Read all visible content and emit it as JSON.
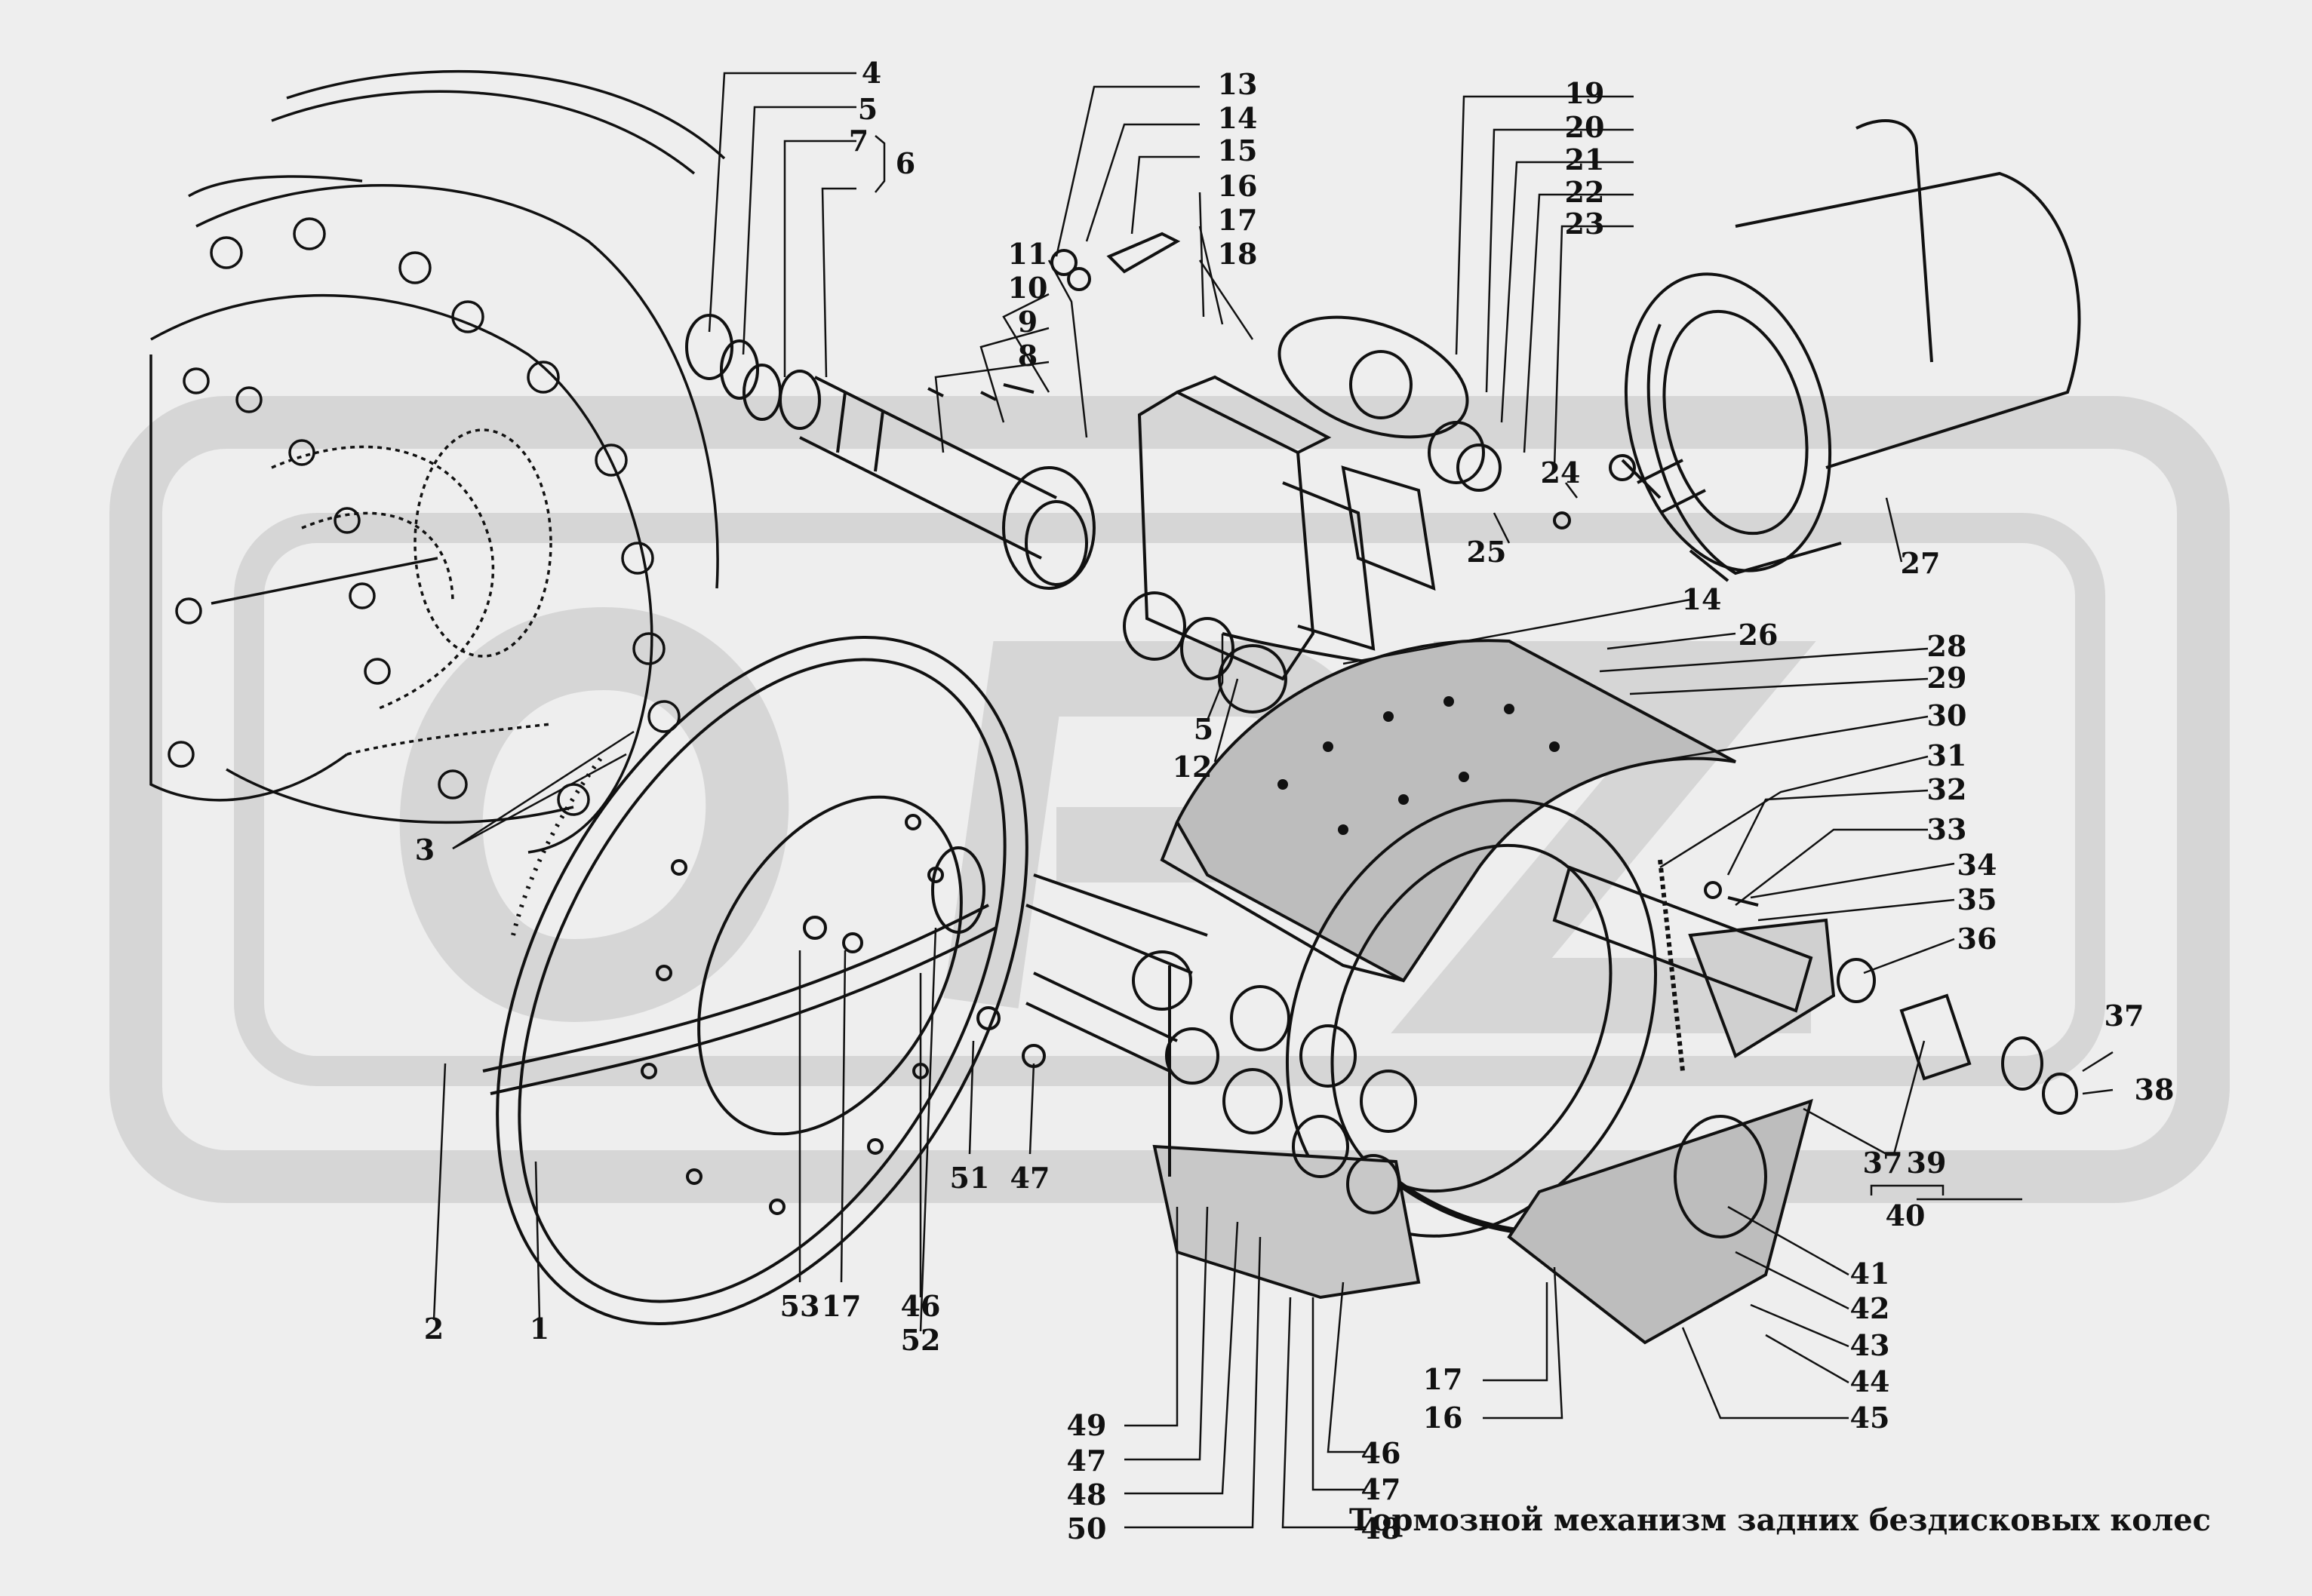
{
  "caption": "Тормозной механизм задних бездисковых колес",
  "callouts": [
    {
      "id": "c4",
      "text": "4"
    },
    {
      "id": "c5a",
      "text": "5"
    },
    {
      "id": "c7",
      "text": "7"
    },
    {
      "id": "c6",
      "text": "6"
    },
    {
      "id": "c13",
      "text": "13"
    },
    {
      "id": "c14a",
      "text": "14"
    },
    {
      "id": "c15",
      "text": "15"
    },
    {
      "id": "c16a",
      "text": "16"
    },
    {
      "id": "c17a",
      "text": "17"
    },
    {
      "id": "c18",
      "text": "18"
    },
    {
      "id": "c11",
      "text": "11"
    },
    {
      "id": "c10",
      "text": "10"
    },
    {
      "id": "c9",
      "text": "9"
    },
    {
      "id": "c8",
      "text": "8"
    },
    {
      "id": "c19",
      "text": "19"
    },
    {
      "id": "c20",
      "text": "20"
    },
    {
      "id": "c21",
      "text": "21"
    },
    {
      "id": "c22",
      "text": "22"
    },
    {
      "id": "c23",
      "text": "23"
    },
    {
      "id": "c24",
      "text": "24"
    },
    {
      "id": "c25",
      "text": "25"
    },
    {
      "id": "c27",
      "text": "27"
    },
    {
      "id": "c14b",
      "text": "14"
    },
    {
      "id": "c26",
      "text": "26"
    },
    {
      "id": "c28",
      "text": "28"
    },
    {
      "id": "c29",
      "text": "29"
    },
    {
      "id": "c30",
      "text": "30"
    },
    {
      "id": "c31",
      "text": "31"
    },
    {
      "id": "c32",
      "text": "32"
    },
    {
      "id": "c33",
      "text": "33"
    },
    {
      "id": "c34",
      "text": "34"
    },
    {
      "id": "c35",
      "text": "35"
    },
    {
      "id": "c36",
      "text": "36"
    },
    {
      "id": "c37a",
      "text": "37"
    },
    {
      "id": "c38",
      "text": "38"
    },
    {
      "id": "c37b",
      "text": "37"
    },
    {
      "id": "c39",
      "text": "39"
    },
    {
      "id": "c40",
      "text": "40"
    },
    {
      "id": "c41",
      "text": "41"
    },
    {
      "id": "c42",
      "text": "42"
    },
    {
      "id": "c43",
      "text": "43"
    },
    {
      "id": "c44",
      "text": "44"
    },
    {
      "id": "c45",
      "text": "45"
    },
    {
      "id": "c5b",
      "text": "5"
    },
    {
      "id": "c12",
      "text": "12"
    },
    {
      "id": "c3",
      "text": "3"
    },
    {
      "id": "c2",
      "text": "2"
    },
    {
      "id": "c1",
      "text": "1"
    },
    {
      "id": "c53",
      "text": "53"
    },
    {
      "id": "c17b",
      "text": "17"
    },
    {
      "id": "c46a",
      "text": "46"
    },
    {
      "id": "c52",
      "text": "52"
    },
    {
      "id": "c51",
      "text": "51"
    },
    {
      "id": "c47a",
      "text": "47"
    },
    {
      "id": "c17c",
      "text": "17"
    },
    {
      "id": "c16b",
      "text": "16"
    },
    {
      "id": "c49",
      "text": "49"
    },
    {
      "id": "c47b",
      "text": "47"
    },
    {
      "id": "c48a",
      "text": "48"
    },
    {
      "id": "c50",
      "text": "50"
    },
    {
      "id": "c46b",
      "text": "46"
    },
    {
      "id": "c47c",
      "text": "47"
    },
    {
      "id": "c48b",
      "text": "48"
    }
  ],
  "colors": {
    "line": "#111111",
    "background": "#eeeeee",
    "watermark": "#d4d4d4",
    "shade": "#555555"
  }
}
